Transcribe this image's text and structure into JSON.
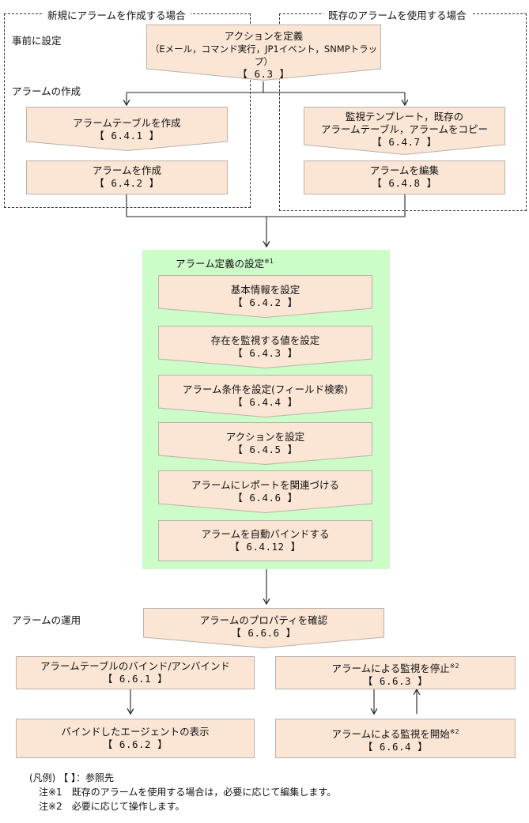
{
  "sections": {
    "new_alarm": "新規にアラームを作成する場合",
    "existing_alarm": "既存のアラームを使用する場合",
    "pre_setup": "事前に設定",
    "create_alarm": "アラームの作成",
    "operation": "アラームの運用"
  },
  "define_action": {
    "line1": "アクションを定義",
    "line2": "（Eメール，コマンド実行，JP1イベント，SNMPトラップ）",
    "ref": "【 6.3 】"
  },
  "new_steps": [
    {
      "label": "アラームテーブルを作成",
      "ref": "【 6.4.1 】"
    },
    {
      "label": "アラームを作成",
      "ref": "【 6.4.2 】"
    }
  ],
  "existing_steps": [
    {
      "line1": "監視テンプレート，既存の",
      "line2": "アラームテーブル，アラームをコピー",
      "ref": "【 6.4.7 】"
    },
    {
      "label": "アラームを編集",
      "ref": "【 6.4.8 】"
    }
  ],
  "definition": {
    "title": "アラーム定義の設定",
    "note_mark": "※1",
    "steps": [
      {
        "label": "基本情報を設定",
        "ref": "【 6.4.2 】"
      },
      {
        "label": "存在を監視する値を設定",
        "ref": "【 6.4.3 】"
      },
      {
        "label": "アラーム条件を設定(フィールド検索)",
        "ref": "【 6.4.4 】"
      },
      {
        "label": "アクションを設定",
        "ref": "【 6.4.5 】"
      },
      {
        "label": "アラームにレポートを関連づける",
        "ref": "【 6.4.6 】"
      },
      {
        "label": "アラームを自動バインドする",
        "ref": "【 6.4.12 】"
      }
    ]
  },
  "operation": {
    "confirm": {
      "label": "アラームのプロパティを確認",
      "ref": "【 6.6.6 】"
    },
    "bind": {
      "label": "アラームテーブルのバインド/アンバインド",
      "ref": "【 6.6.1 】"
    },
    "show_agents": {
      "label": "バインドしたエージェントの表示",
      "ref": "【 6.6.2 】"
    },
    "stop": {
      "label": "アラームによる監視を停止",
      "mark": "※2",
      "ref": "【 6.6.3 】"
    },
    "start": {
      "label": "アラームによる監視を開始",
      "mark": "※2",
      "ref": "【 6.6.4 】"
    }
  },
  "legend": {
    "line1": "(凡例) 【 】：参照先",
    "note1": "注※1　既存のアラームを使用する場合は，必要に応じて編集します。",
    "note2": "注※2　必要に応じて操作します。"
  },
  "colors": {
    "shape_fill": "#fbe5d5",
    "shape_stroke": "#bbb2aa",
    "panel_green": "#ccfcc8",
    "line": "#222222"
  }
}
